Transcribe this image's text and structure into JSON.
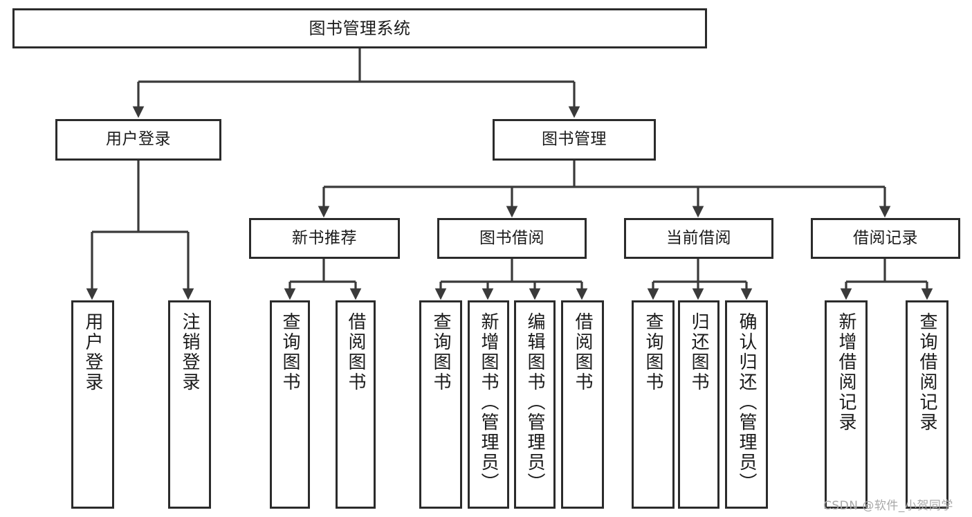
{
  "diagram": {
    "title": "图书管理系统",
    "type": "tree-hierarchy-chart",
    "watermark": "CSDN @软件_小贺同学",
    "colors": {
      "box_border": "#2b2b2b",
      "box_fill": "#ffffff",
      "connector": "#3a3a3a",
      "text": "#1a1a1a",
      "watermark": "#a8a8a8"
    },
    "levels": {
      "root": {
        "label": "图书管理系统"
      },
      "level2": [
        {
          "label": "用户登录"
        },
        {
          "label": "图书管理"
        }
      ],
      "level3": [
        {
          "label": "新书推荐"
        },
        {
          "label": "图书借阅"
        },
        {
          "label": "当前借阅"
        },
        {
          "label": "借阅记录"
        }
      ],
      "leaves": {
        "user_login": [
          {
            "label": "用户登录"
          },
          {
            "label": "注销登录"
          }
        ],
        "new_book_recommend": [
          {
            "label": "查询图书"
          },
          {
            "label": "借阅图书"
          }
        ],
        "book_borrow": [
          {
            "label": "查询图书"
          },
          {
            "label": "新增图书（管理员）"
          },
          {
            "label": "编辑图书（管理员）"
          },
          {
            "label": "借阅图书"
          }
        ],
        "current_borrow": [
          {
            "label": "查询图书"
          },
          {
            "label": "归还图书"
          },
          {
            "label": "确认归还（管理员）"
          }
        ],
        "borrow_record": [
          {
            "label": "新增借阅记录"
          },
          {
            "label": "查询借阅记录"
          }
        ]
      }
    }
  }
}
